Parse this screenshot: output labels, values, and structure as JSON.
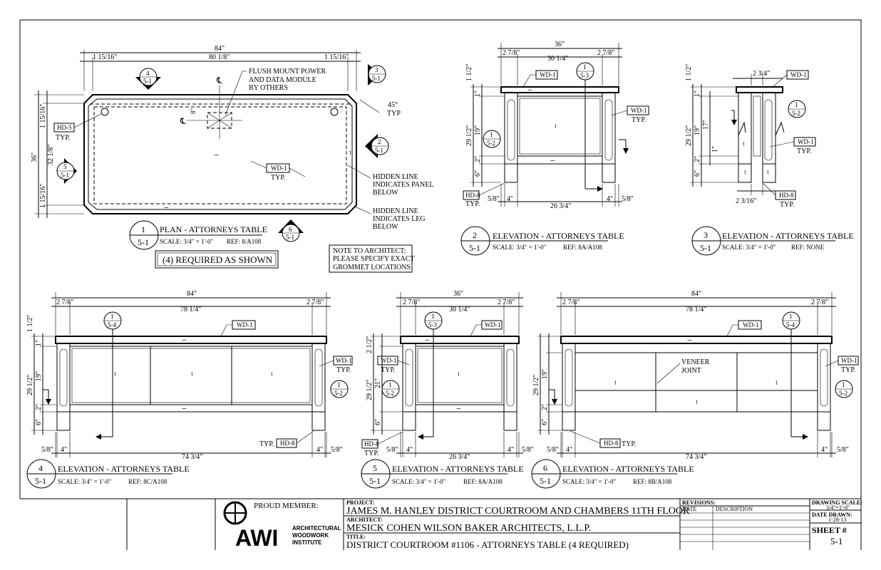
{
  "plan": {
    "dims": {
      "overall": "84\"",
      "side_left": "1 15/16\"",
      "mid": "80 1/8\"",
      "side_right": "1 15/16\"",
      "h_overall": "36\"",
      "h_top": "1 15/16\"",
      "h_mid": "32 1/8\"",
      "h_bot": "1 15/16\"",
      "angle": "45°",
      "angle_typ": "TYP",
      "small": "8\""
    },
    "notes": {
      "flush1": "FLUSH MOUNT POWER",
      "flush2": "AND DATA MODULE",
      "flush3": "BY OTHERS",
      "hidden_panel1": "HIDDEN LINE",
      "hidden_panel2": "INDICATES PANEL",
      "hidden_panel3": "BELOW",
      "hidden_leg1": "HIDDEN LINE",
      "hidden_leg2": "INDICATES LEG",
      "hidden_leg3": "BELOW",
      "hd5": "HD-5",
      "typ": "TYP.",
      "wd1": "WD-1",
      "typ2": "TYP.",
      "cl": "℄"
    },
    "callouts": {
      "c4_num": "4",
      "c4_sheet": "5-1",
      "c3_num": "3",
      "c3_sheet": "5-1",
      "c2_num": "2",
      "c2_sheet": "5-1",
      "c5_num": "5",
      "c5_sheet": "5-1",
      "c6_num": "6",
      "c6_sheet": "5-1"
    },
    "title": {
      "num": "1",
      "sheet": "5-1",
      "name": "PLAN - ATTORNEYS TABLE",
      "scale": "SCALE: 3/4\" = 1'-0\"",
      "ref": "REF: 8/A108"
    },
    "required": "(4) REQUIRED AS SHOWN",
    "note1": "NOTE TO ARCHITECT:",
    "note2": "PLEASE SPECIFY EXACT",
    "note3": "GROMMET LOCATIONS"
  },
  "elev2": {
    "dims": {
      "overall": "36\"",
      "left": "2 7/8\"",
      "mid": "30 1/4\"",
      "right": "2 7/8\"",
      "h_total": "29 1/2\"",
      "h_top": "1 1/2\"",
      "h_1": "1\"",
      "h_19": "19\"",
      "h_2": "2\"",
      "h_6": "6\"",
      "b_58l": "5/8\"",
      "b_4l": "4\"",
      "b_mid": "26 3/4\"",
      "b_4r": "4\"",
      "b_58r": "5/8\""
    },
    "tags": {
      "wd1": "WD-1",
      "wd1b": "WD-1",
      "typ": "TYP.",
      "hd8": "HD-8",
      "hdtyp": "TYP.",
      "c1_num": "1",
      "c1_sheet": "5-3",
      "c2_num": "1",
      "c2_sheet": "5-2"
    },
    "title": {
      "num": "2",
      "sheet": "5-1",
      "name": "ELEVATION - ATTORNEYS TABLE",
      "scale": "SCALE: 3/4\" = 1'-0\"",
      "ref": "REF: 8A/A108"
    }
  },
  "elev3": {
    "dims": {
      "top": "2 3/4\"",
      "h_total": "29 1/2\"",
      "h_top": "1 1/2\"",
      "h_1": "1\"",
      "h_19": "19\"",
      "h_17": "17\"",
      "h_1b": "1\"",
      "h_2": "2\"",
      "h_6": "6\"",
      "bottom": "2 3/16\""
    },
    "tags": {
      "wd1": "WD-1",
      "wd1b": "WD-1",
      "typ": "TYP.",
      "hd8": "HD-8",
      "hdtyp": "TYP.",
      "c_num": "1",
      "c_sheet": "5-2"
    },
    "title": {
      "num": "3",
      "sheet": "5-1",
      "name": "ELEVATION - ATTORNEYS TABLE",
      "scale": "SCALE: 3/4\" = 1'-0\"",
      "ref": "REF: NONE"
    }
  },
  "elev4": {
    "dims": {
      "overall": "84\"",
      "left": "2 7/8\"",
      "mid": "78 1/4\"",
      "right": "2 7/8\"",
      "h_total": "29 1/2\"",
      "h_top": "1 1/2\"",
      "h_1": "1\"",
      "h_19": "19\"",
      "h_2": "2\"",
      "h_6": "6\"",
      "b_58l": "5/8\"",
      "b_4l": "4\"",
      "b_mid": "74 3/4\"",
      "b_4r": "4\"",
      "b_58r": "5/8\""
    },
    "tags": {
      "wd1": "WD-1",
      "wd1b": "WD-1",
      "typ": "TYP.",
      "hd8": "HD-8",
      "hdtyp": "TYP.",
      "c1_num": "1",
      "c1_sheet": "5-4",
      "c2_num": "1",
      "c2_sheet": "5-2"
    },
    "title": {
      "num": "4",
      "sheet": "5-1",
      "name": "ELEVATION - ATTORNEYS TABLE",
      "scale": "SCALE: 3/4\" = 1'-0\"",
      "ref": "REF: 8C/A108"
    }
  },
  "elev5": {
    "dims": {
      "overall": "36\"",
      "left": "2 7/8\"",
      "mid": "30 1/4\"",
      "right": "2 7/8\"",
      "h_total": "29 1/2\"",
      "h_top": "2 1/2\"",
      "h_21": "21\"",
      "h_6": "6\"",
      "b_58l": "5/8\"",
      "b_4l": "4\"",
      "b_mid": "26 3/4\"",
      "b_4r": "4\"",
      "b_58r": "5/8\""
    },
    "tags": {
      "wd1": "WD-1",
      "wd1b": "WD-1",
      "typ": "TYP.",
      "hd8": "HD-8",
      "hdtyp": "TYP.",
      "c1_num": "1",
      "c1_sheet": "5-3",
      "c2_num": "1",
      "c2_sheet": "5-2"
    },
    "title": {
      "num": "5",
      "sheet": "5-1",
      "name": "ELEVATION - ATTORNEYS TABLE",
      "scale": "SCALE: 3/4\" = 1'-0\"",
      "ref": "REF: 8A/A108"
    }
  },
  "elev6": {
    "dims": {
      "overall": "84\"",
      "left": "2 7/8\"",
      "mid": "78 1/4\"",
      "right": "2 7/8\"",
      "h_total": "29 1/2\"",
      "h_19": "19\"",
      "h_2": "2\"",
      "h_6": "6\"",
      "b_58l": "5/8\"",
      "b_4l": "4\"",
      "b_mid": "74 3/4\"",
      "b_4r": "4\"",
      "b_58r": "5/8\""
    },
    "tags": {
      "wd1": "WD-1",
      "wd1b": "WD-1",
      "typ": "TYP.",
      "hd8": "HD-8",
      "hdtyp": "TYP.",
      "veneer1": "VENEER",
      "veneer2": "JOINT",
      "c1_num": "1",
      "c1_sheet": "5-4",
      "c2_num": "1",
      "c2_sheet": "5-2"
    },
    "title": {
      "num": "6",
      "sheet": "5-1",
      "name": "ELEVATION - ATTORNEYS TABLE",
      "scale": "SCALE: 3/4\" = 1'-0\"",
      "ref": "REF: 8B/A108"
    }
  },
  "titleblock": {
    "proud": "PROUD MEMBER:",
    "awi": "AWI",
    "awi1": "ARCHITECTURAL",
    "awi2": "WOODWORK",
    "awi3": "INSTITUTE",
    "project_label": "PROJECT:",
    "project": "JAMES M. HANLEY DISTRICT COURTROOM AND CHAMBERS 11TH FLOOR",
    "architect_label": "ARCHITECT:",
    "architect": "MESICK COHEN WILSON BAKER ARCHITECTS, L.L.P.",
    "title_label": "TITLE:",
    "title": "DISTRICT COURTROOM #1106 - ATTORNEYS TABLE (4 REQUIRED)",
    "revisions": "REVISIONS:",
    "date": "DATE",
    "description": "DESCRIPTION",
    "drawing_scale": "DRAWING SCALE:",
    "scale_value": "3/4\"=1'-0\"",
    "date_drawn": "DATE DRAWN:",
    "date_value": "1-28-13",
    "sheet_label": "SHEET #",
    "sheet_value": "5-1"
  }
}
